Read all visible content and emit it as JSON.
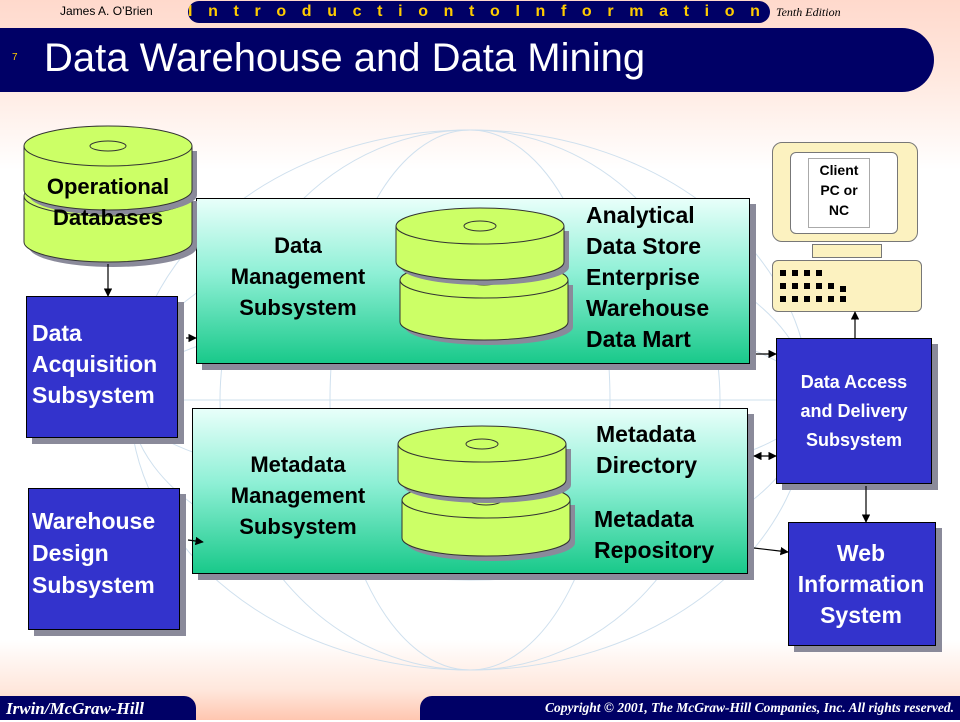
{
  "header": {
    "author": "James A. O’Brien",
    "course": "I n t r o d u c t i o n   t o   I n f o r m a t i o n   S y s t e m s",
    "edition": "Tenth Edition",
    "slide_number": "7",
    "title": "Data Warehouse and Data Mining"
  },
  "footer": {
    "publisher": "Irwin/McGraw-Hill",
    "copyright": "Copyright © 2001, The McGraw-Hill Companies, Inc. All rights reserved."
  },
  "diagram": {
    "operational_databases": [
      "Operational",
      "Databases"
    ],
    "data_acquisition": [
      "Data",
      "Acquisition",
      "Subsystem"
    ],
    "warehouse_design": [
      "Warehouse",
      "Design",
      "Subsystem"
    ],
    "data_management": [
      "Data",
      "Management",
      "Subsystem"
    ],
    "analytical_store": [
      "Analytical",
      "Data Store",
      "Enterprise",
      "Warehouse",
      "Data Mart"
    ],
    "metadata_management": [
      "Metadata",
      "Management",
      "Subsystem"
    ],
    "metadata_directory": [
      "Metadata",
      "Directory"
    ],
    "metadata_repository": [
      "Metadata",
      "Repository"
    ],
    "client": [
      "Client",
      "PC or",
      "NC"
    ],
    "data_access": [
      "Data Access",
      "and Delivery",
      "Subsystem"
    ],
    "web_info": [
      "Web",
      "Information",
      "System"
    ]
  },
  "colors": {
    "navy": "#000066",
    "gold": "#ffcc00",
    "blue_box": "#3333cc",
    "disk_green": "#ccff66",
    "monitor": "#fcf2c0"
  }
}
